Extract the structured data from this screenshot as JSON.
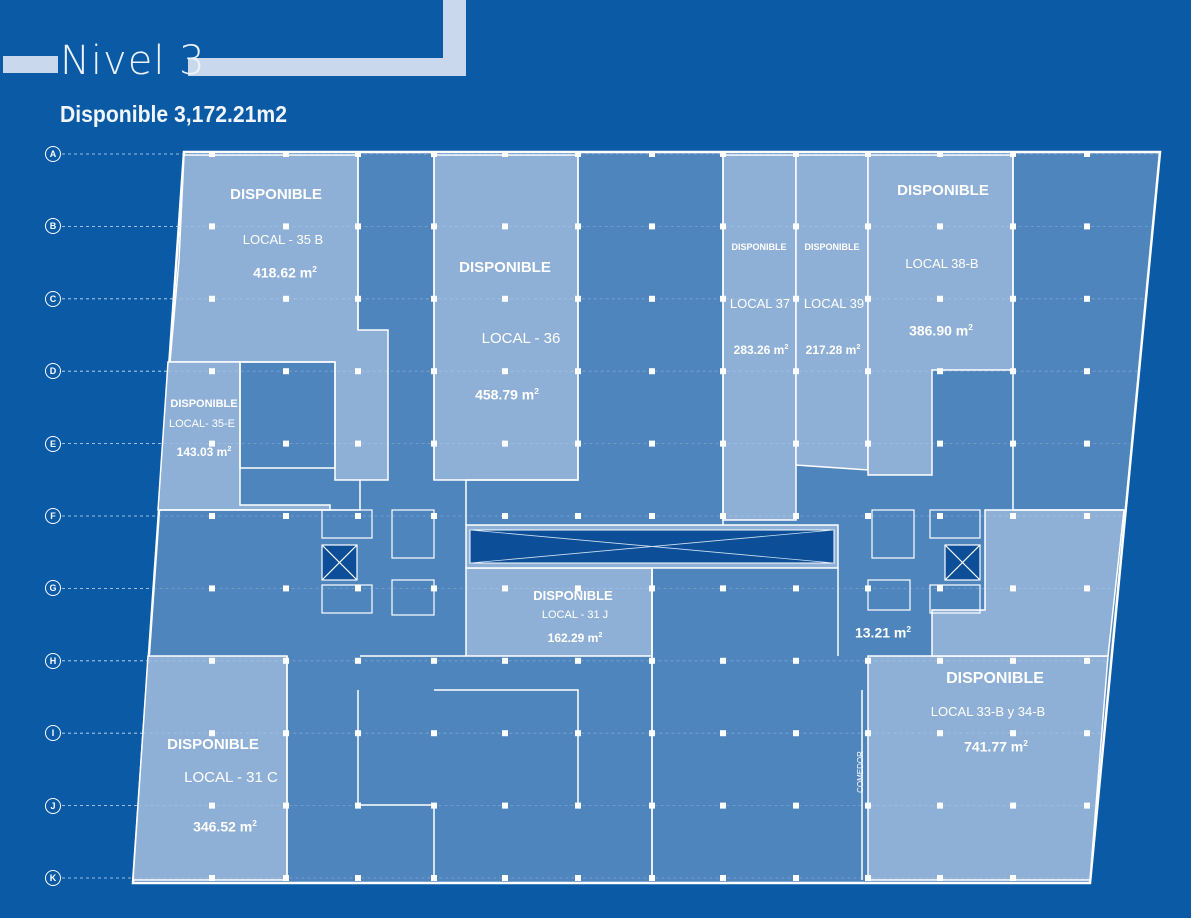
{
  "header": {
    "title": "Nivel 3",
    "subtitle": "Disponible 3,172.21m2"
  },
  "grid_rows": [
    "A",
    "B",
    "C",
    "D",
    "E",
    "F",
    "G",
    "H",
    "I",
    "J",
    "K"
  ],
  "units": {
    "l35b": {
      "status": "DISPONIBLE",
      "name": "LOCAL - 35 B",
      "area": "418.62 m",
      "unit_sup": "2"
    },
    "l36": {
      "status": "DISPONIBLE",
      "name": "LOCAL - 36",
      "area": "458.79 m",
      "unit_sup": "2"
    },
    "l37": {
      "status": "DISPONIBLE",
      "name": "LOCAL 37",
      "area": "283.26 m",
      "unit_sup": "2"
    },
    "l39": {
      "status": "DISPONIBLE",
      "name": "LOCAL 39",
      "area": "217.28 m",
      "unit_sup": "2"
    },
    "l38b": {
      "status": "DISPONIBLE",
      "name": "LOCAL 38-B",
      "area": "386.90 m",
      "unit_sup": "2"
    },
    "l35e": {
      "status": "DISPONIBLE",
      "name": "LOCAL- 35-E",
      "area": "143.03 m",
      "unit_sup": "2"
    },
    "l31j": {
      "status": "DISPONIBLE",
      "name": "LOCAL - 31 J",
      "area": "162.29 m",
      "unit_sup": "2"
    },
    "l31c": {
      "status": "DISPONIBLE",
      "name": "LOCAL - 31  C",
      "area": "346.52 m",
      "unit_sup": "2"
    },
    "l33b": {
      "status": "DISPONIBLE",
      "name": "LOCAL 33-B  y 34-B",
      "area": "741.77 m",
      "unit_sup": "2"
    },
    "small": {
      "area": "13.21 m",
      "unit_sup": "2"
    }
  },
  "labels": {
    "comedor": "COMEDOR"
  },
  "colors": {
    "background": "#0a5aa6",
    "available": "#8fb0d6",
    "occupied": "#4f85bd",
    "lines": "#ffffff",
    "corridor": "#0c4f98"
  }
}
